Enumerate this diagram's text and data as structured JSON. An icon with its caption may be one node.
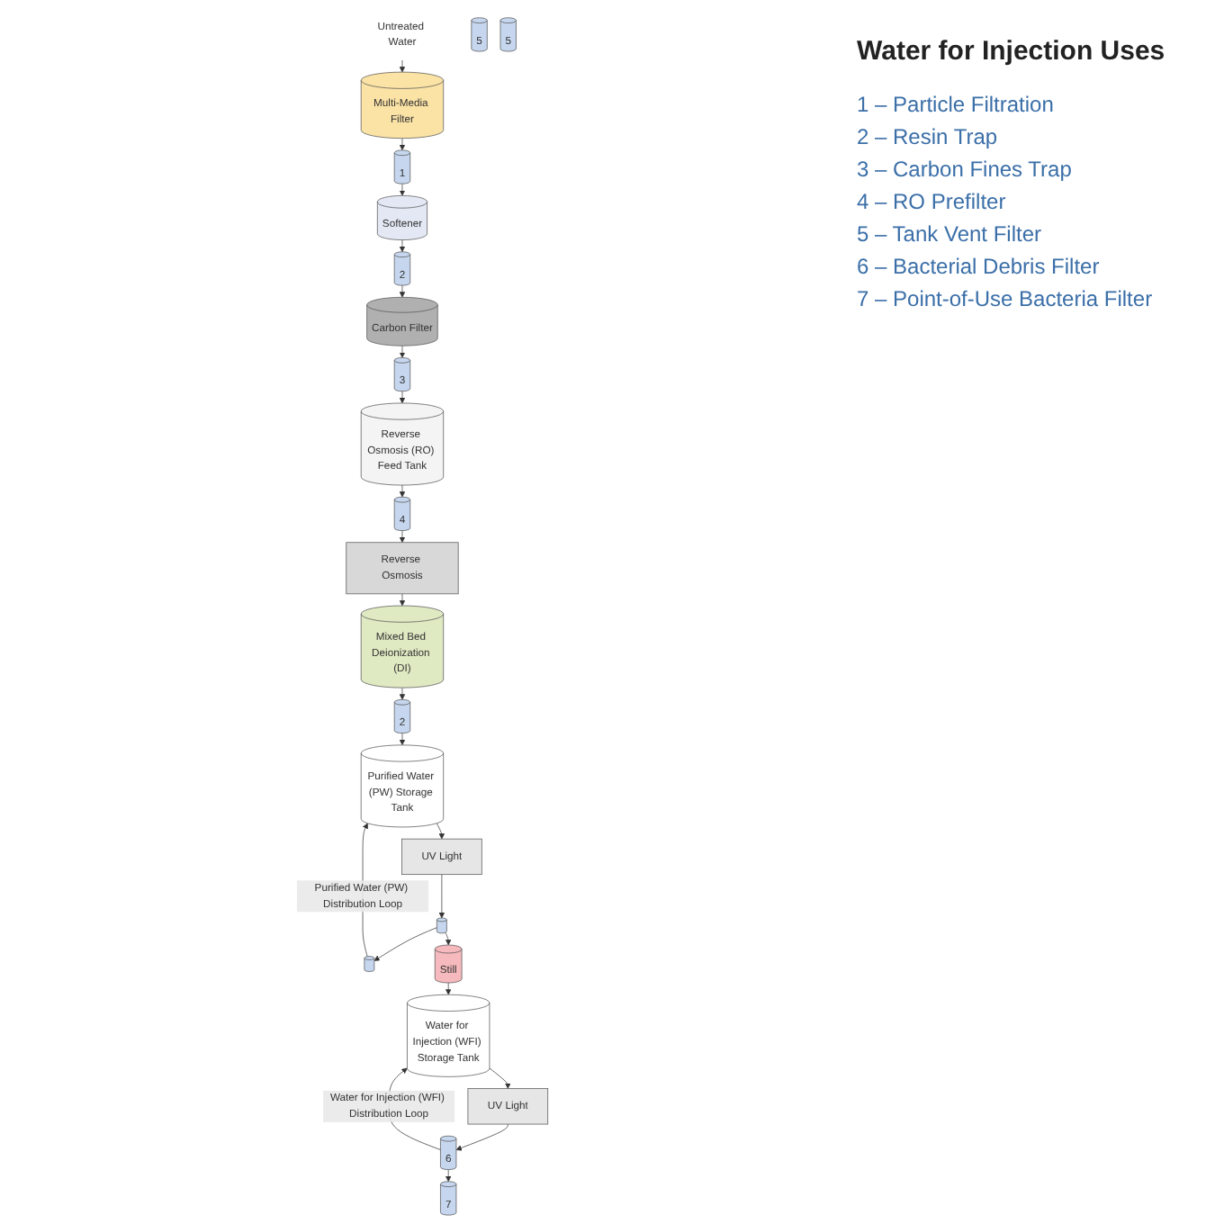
{
  "diagram": {
    "nodes": [
      {
        "text": [
          "Untreated Water"
        ]
      },
      {
        "text": [
          "Multi-Media Filter"
        ]
      },
      {
        "text": [
          "1"
        ]
      },
      {
        "text": [
          "Softener"
        ]
      },
      {
        "text": [
          "2"
        ]
      },
      {
        "text": [
          "Carbon Filter"
        ]
      },
      {
        "text": [
          "3"
        ]
      },
      {
        "text": [
          "Reverse Osmosis (RO) Feed Tank"
        ]
      },
      {
        "text": [
          "4"
        ]
      },
      {
        "text": [
          "Reverse Osmosis"
        ]
      },
      {
        "text": [
          "Mixed Bed Deionization (DI)"
        ]
      },
      {
        "text": [
          "2"
        ]
      },
      {
        "text": [
          "5"
        ]
      },
      {
        "text": [
          "Purified Water (PW) Storage Tank"
        ]
      },
      {
        "text": [
          "UV Light"
        ]
      },
      {
        "text": [],
        "shape": "cylinder"
      },
      {
        "text": [],
        "shape": "cylinder"
      },
      {
        "text": [
          "Still"
        ]
      },
      {
        "text": [
          "5"
        ]
      },
      {
        "text": [
          "Water for Injection (WFI) Storage Tank"
        ]
      },
      {
        "text": [
          "UV Light"
        ]
      },
      {
        "text": [
          "6"
        ]
      },
      {
        "text": [
          "7"
        ]
      }
    ],
    "edges": [
      {
        "from": 0,
        "to": 1,
        "arrow": "to"
      },
      {
        "from": 1,
        "to": 2,
        "arrow": "to"
      },
      {
        "from": 2,
        "to": 3,
        "arrow": "to"
      },
      {
        "from": 3,
        "to": 4,
        "arrow": "to"
      },
      {
        "from": 4,
        "to": 5,
        "arrow": "to"
      },
      {
        "from": 5,
        "to": 6,
        "arrow": "to"
      },
      {
        "from": 6,
        "to": 7,
        "arrow": "to"
      },
      {
        "from": 7,
        "to": 8,
        "arrow": "to"
      },
      {
        "from": 8,
        "to": 9,
        "arrow": "to"
      },
      {
        "from": 9,
        "to": 10,
        "arrow": "to"
      },
      {
        "from": 10,
        "to": 11,
        "arrow": "to"
      },
      {
        "from": 11,
        "to": 13,
        "arrow": "to"
      },
      {
        "from": 13,
        "to": 14,
        "arrow": "to"
      },
      {
        "from": 14,
        "to": 15,
        "arrow": "to"
      },
      {
        "from": 15,
        "to": 16,
        "arrow": "to"
      },
      {
        "from": 16,
        "to": 13,
        "label": "Purified Water (PW) Distribution Loop",
        "arrow": "to"
      },
      {
        "from": 15,
        "to": 17,
        "arrow": "to"
      },
      {
        "from": 17,
        "to": 19,
        "arrow": "to"
      },
      {
        "from": 19,
        "to": 20,
        "arrow": "to"
      },
      {
        "from": 20,
        "to": 21,
        "arrow": "to"
      },
      {
        "from": 21,
        "to": 22,
        "arrow": "to"
      },
      {
        "from": 21,
        "to": 19,
        "label": "Water for Injection (WFI) Distribution Loop",
        "arrow": "to"
      }
    ],
    "labels": [
      "Water for Injection Uses"
    ],
    "legend": [
      {
        "text": "1 – Particle Filtration"
      },
      {
        "text": "2 – Resin Trap"
      },
      {
        "text": "3 – Carbon Fines Trap"
      },
      {
        "text": "4 – RO Prefilter"
      },
      {
        "text": "5 – Tank Vent Filter"
      },
      {
        "text": "6 – Bacterial Debris Filter"
      },
      {
        "text": "7 – Point-of-Use Bacteria Filter"
      }
    ]
  }
}
